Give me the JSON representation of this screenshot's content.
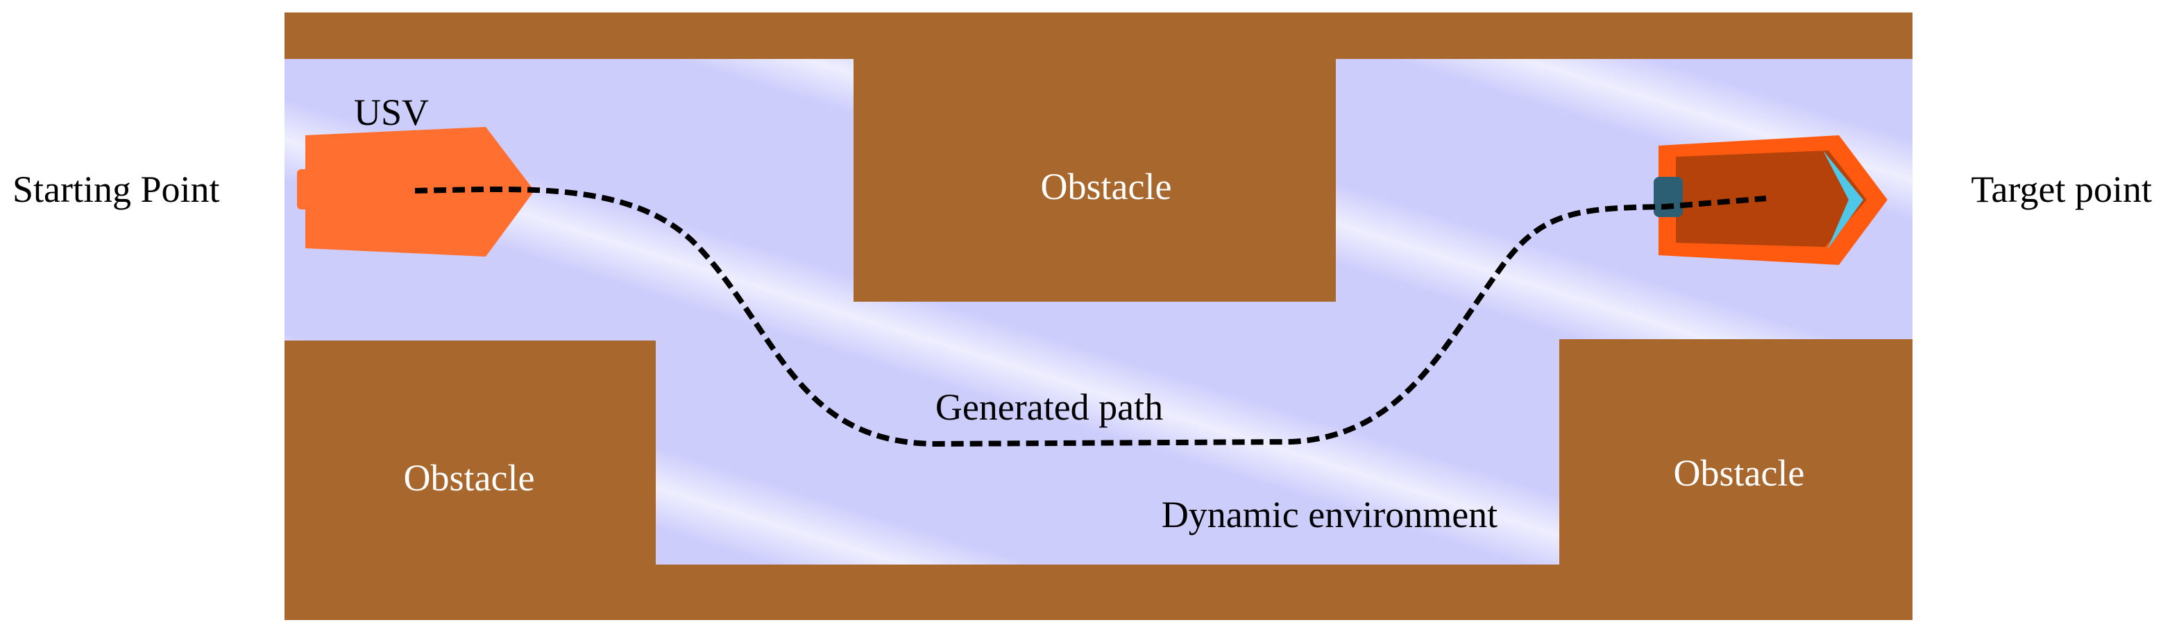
{
  "labels": {
    "start": "Starting Point",
    "target": "Target point",
    "usv": "USV",
    "obstacle_top": "Obstacle",
    "obstacle_bottom_left": "Obstacle",
    "obstacle_bottom_right": "Obstacle",
    "path": "Generated path",
    "environment": "Dynamic environment"
  },
  "colors": {
    "obstacle": "#A8672D",
    "water": "#CDCDFC",
    "water_highlight": "#EEEEFF",
    "usv_start": "#FF7030",
    "usv_target_outer": "#FF5A10",
    "usv_target_inner": "#B5420A",
    "usv_target_nose": "#4FC7E8",
    "sensor": "#2C5F73",
    "path": "#000000"
  }
}
